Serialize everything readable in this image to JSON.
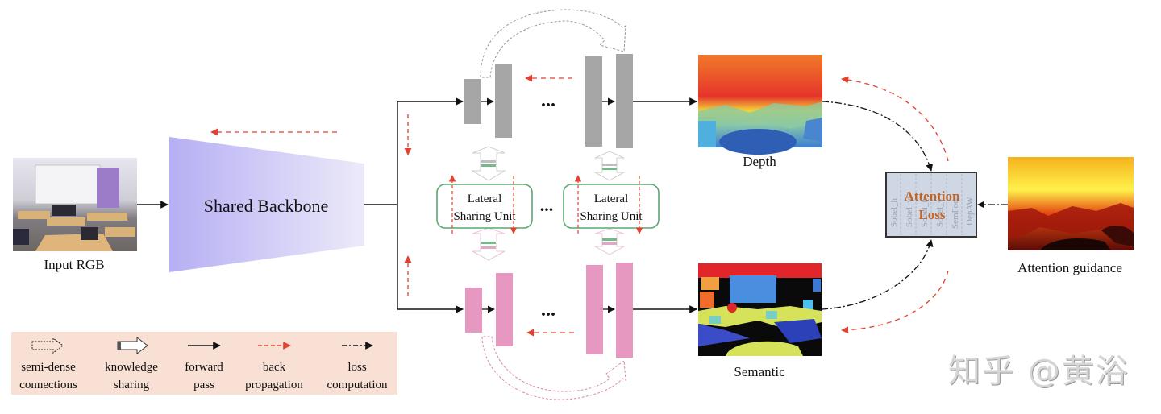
{
  "title": "Multi-task network with shared backbone and lateral sharing units",
  "input": {
    "label": "Input RGB",
    "image": "classroom-photo"
  },
  "backbone": {
    "label": "Shared Backbone",
    "color": "#b8b2f4"
  },
  "lateral_units": [
    {
      "label_line1": "Lateral",
      "label_line2": "Sharing Unit"
    },
    {
      "label_line1": "Lateral",
      "label_line2": "Sharing Unit"
    }
  ],
  "ellipsis": "...",
  "branches": {
    "depth": {
      "color": "#a6a6a6",
      "output_label": "Depth"
    },
    "semantic": {
      "color": "#e698c0",
      "output_label": "Semantic"
    }
  },
  "loss": {
    "line1": "Attention",
    "line2": "Loss",
    "text_color": "#c0662a",
    "background_terms": [
      "Sobel_h",
      "Sobel_v",
      "Sobel_h",
      "Sobel_v",
      "SemFocal",
      "DepAW"
    ]
  },
  "guidance": {
    "label": "Attention guidance"
  },
  "legend": {
    "background": "#f8e0d4",
    "items": [
      {
        "icon": "dashed-hollow-arrow-icon",
        "line1": "semi-dense",
        "line2": "connections"
      },
      {
        "icon": "hollow-arrow-icon",
        "line1": "knowledge",
        "line2": "sharing"
      },
      {
        "icon": "solid-arrow-icon",
        "line1": "forward",
        "line2": "pass"
      },
      {
        "icon": "red-dashed-arrow-icon",
        "line1": "back",
        "line2": "propagation"
      },
      {
        "icon": "dash-dot-arrow-icon",
        "line1": "loss",
        "line2": "computation"
      }
    ]
  },
  "colors": {
    "forward": "#111111",
    "backprop": "#e2412e",
    "lateral_border": "#5aa874",
    "loss_box_fill": "#cfd6e4"
  },
  "watermark": "知乎 @黄浴"
}
